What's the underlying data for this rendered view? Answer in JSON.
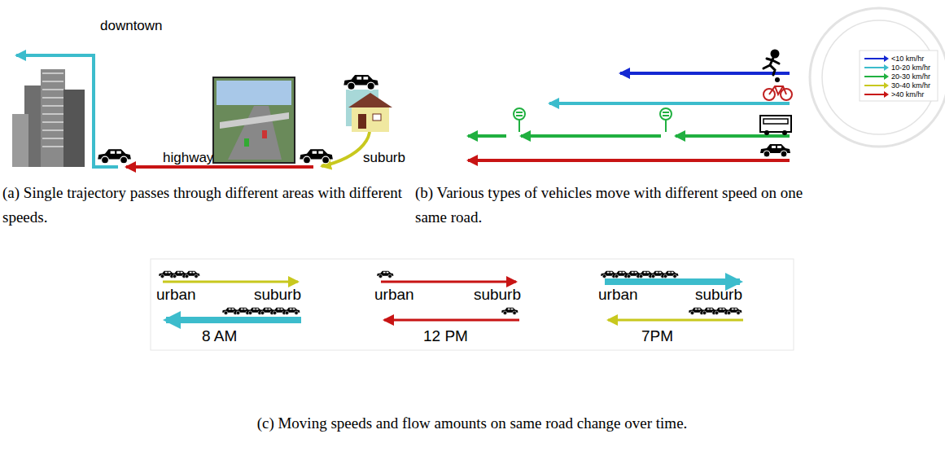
{
  "diagram": {
    "labels": [
      "downtown",
      "highway",
      "suburb",
      "(a) Single trajectory passes through different areas with different speeds.",
      "(b) Various types of vehicles move with different speed on one same road.",
      "urban",
      "suburb",
      "8 AM",
      "urban",
      "suburb",
      "12 PM",
      "urban",
      "suburb",
      "7PM",
      "(c) Moving speeds and flow amounts on same road change over time."
    ],
    "legend": [
      {
        "text": "<10 km/hr",
        "color": "#1428d2"
      },
      {
        "text": "10-20 km/hr",
        "color": "#3cbccc"
      },
      {
        "text": "20-30 km/hr",
        "color": "#20b040"
      },
      {
        "text": "30-40 km/hr",
        "color": "#c8c81e"
      },
      {
        "text": ">40 km/hr",
        "color": "#c81414"
      }
    ]
  }
}
